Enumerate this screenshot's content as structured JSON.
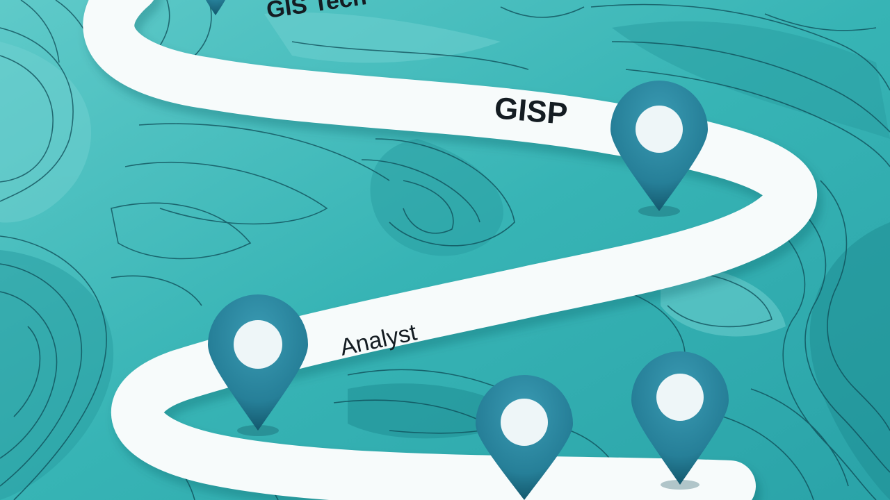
{
  "labels": {
    "gis_technician": "GIS Tech",
    "gisp": "GISP",
    "analyst": "Analyst"
  },
  "colors": {
    "terrain_base": "#3ab8b8",
    "terrain_light": "#6fd0cf",
    "terrain_dark": "#1f8e93",
    "contour_line": "#0d4a55",
    "road": "#f7fbfb",
    "pin_body": "#2c8aa3",
    "pin_dark": "#0f4f63",
    "pin_center": "#eef6f8",
    "label_text": "#141c22"
  },
  "icons": {
    "pin": "map-pin-icon"
  }
}
